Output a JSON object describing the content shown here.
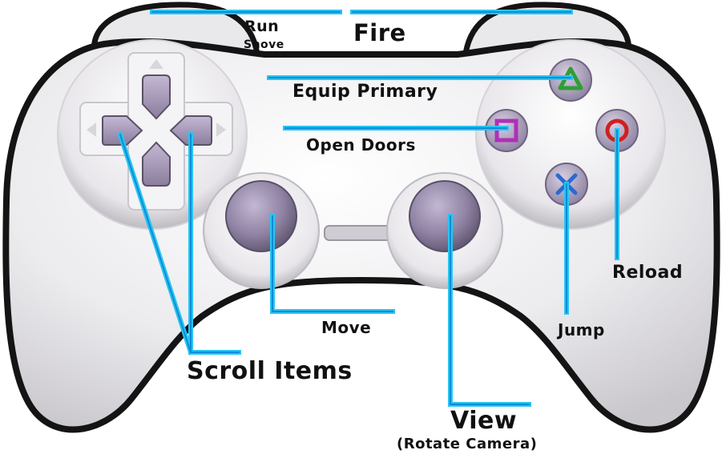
{
  "colors": {
    "leader_line": "#29c4f2",
    "leader_core": "#0a8ed6",
    "controller_body": "#f1f0f2",
    "controller_outline": "#141414",
    "stick_cap": "#8f82a3",
    "dpad": "#a497b8",
    "triangle_symbol": "#2f9e35",
    "square_symbol": "#b02fb8",
    "circle_symbol": "#d02020",
    "cross_symbol": "#2a6ad0"
  },
  "icons": [
    "triangle-button",
    "square-button",
    "circle-button",
    "cross-button",
    "dpad",
    "left-stick",
    "right-stick",
    "shoulder-buttons"
  ],
  "labels": {
    "run": "Run",
    "shove": "Shove",
    "fire": "Fire",
    "equip_primary": "Equip Primary",
    "open_doors": "Open Doors",
    "reload": "Reload",
    "move": "Move",
    "jump": "Jump",
    "scroll_items": "Scroll Items",
    "view": "View",
    "view_sub": "(Rotate Camera)"
  }
}
